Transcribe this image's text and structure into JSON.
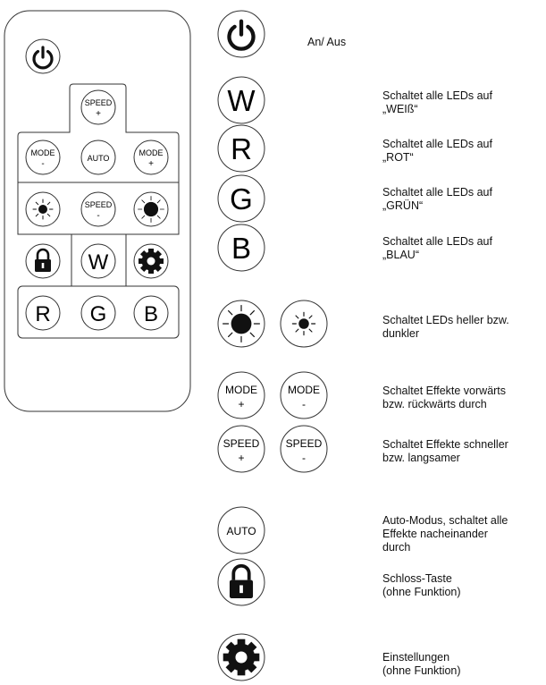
{
  "remote": {
    "buttons": {
      "power": "power-icon",
      "speed_plus": [
        "SPEED",
        "+"
      ],
      "mode_minus": [
        "MODE",
        "-"
      ],
      "auto": "AUTO",
      "mode_plus": [
        "MODE",
        "+"
      ],
      "dim": "sun-small-icon",
      "speed_minus": [
        "SPEED",
        "-"
      ],
      "bright": "sun-large-icon",
      "lock": "lock-icon",
      "w": "W",
      "settings": "gear-icon",
      "r": "R",
      "g": "G",
      "b": "B"
    }
  },
  "legend": {
    "power": {
      "icon": "power-icon",
      "text": "An/ Aus"
    },
    "w": {
      "label": "W",
      "text": "Schaltet alle LEDs auf\n„WEIß“"
    },
    "r": {
      "label": "R",
      "text": "Schaltet alle LEDs auf\n„ROT“"
    },
    "g": {
      "label": "G",
      "text": "Schaltet alle LEDs auf\n„GRÜN“"
    },
    "b": {
      "label": "B",
      "text": "Schaltet alle LEDs auf\n„BLAU“"
    },
    "brightness": {
      "icons": [
        "sun-large-icon",
        "sun-small-icon"
      ],
      "text": "Schaltet LEDs heller bzw.\ndunkler"
    },
    "mode": {
      "plus": [
        "MODE",
        "+"
      ],
      "minus": [
        "MODE",
        "-"
      ],
      "text": "Schaltet Effekte vorwärts\nbzw. rückwärts durch"
    },
    "speed": {
      "plus": [
        "SPEED",
        "+"
      ],
      "minus": [
        "SPEED",
        "-"
      ],
      "text": "Schaltet Effekte schneller\nbzw. langsamer"
    },
    "auto": {
      "label": "AUTO",
      "text": "Auto-Modus, schaltet alle\nEffekte nacheinander\ndurch"
    },
    "lock": {
      "icon": "lock-icon",
      "text": "Schloss-Taste\n(ohne Funktion)"
    },
    "settings": {
      "icon": "gear-icon",
      "text": "Einstellungen\n(ohne Funktion)"
    }
  }
}
